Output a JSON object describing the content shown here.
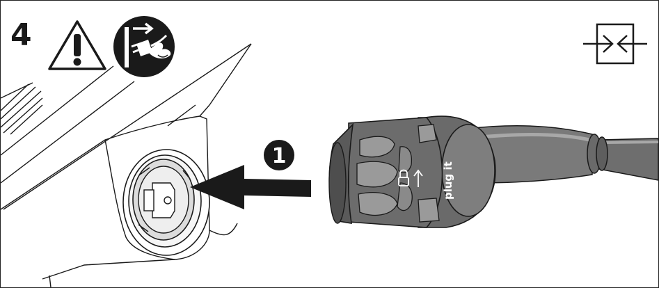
{
  "step": {
    "number": "4"
  },
  "callout": {
    "number": "1"
  },
  "connector": {
    "label": "plug it"
  },
  "icons": {
    "warning": "warning-triangle-icon",
    "disconnect": "disconnect-power-plug-icon",
    "connect": "connect-arrows-icon"
  },
  "colors": {
    "ink": "#1a1a1a",
    "plug_dark": "#5a5a5a",
    "plug_mid": "#7a7a7a",
    "plug_light": "#9a9a9a"
  }
}
